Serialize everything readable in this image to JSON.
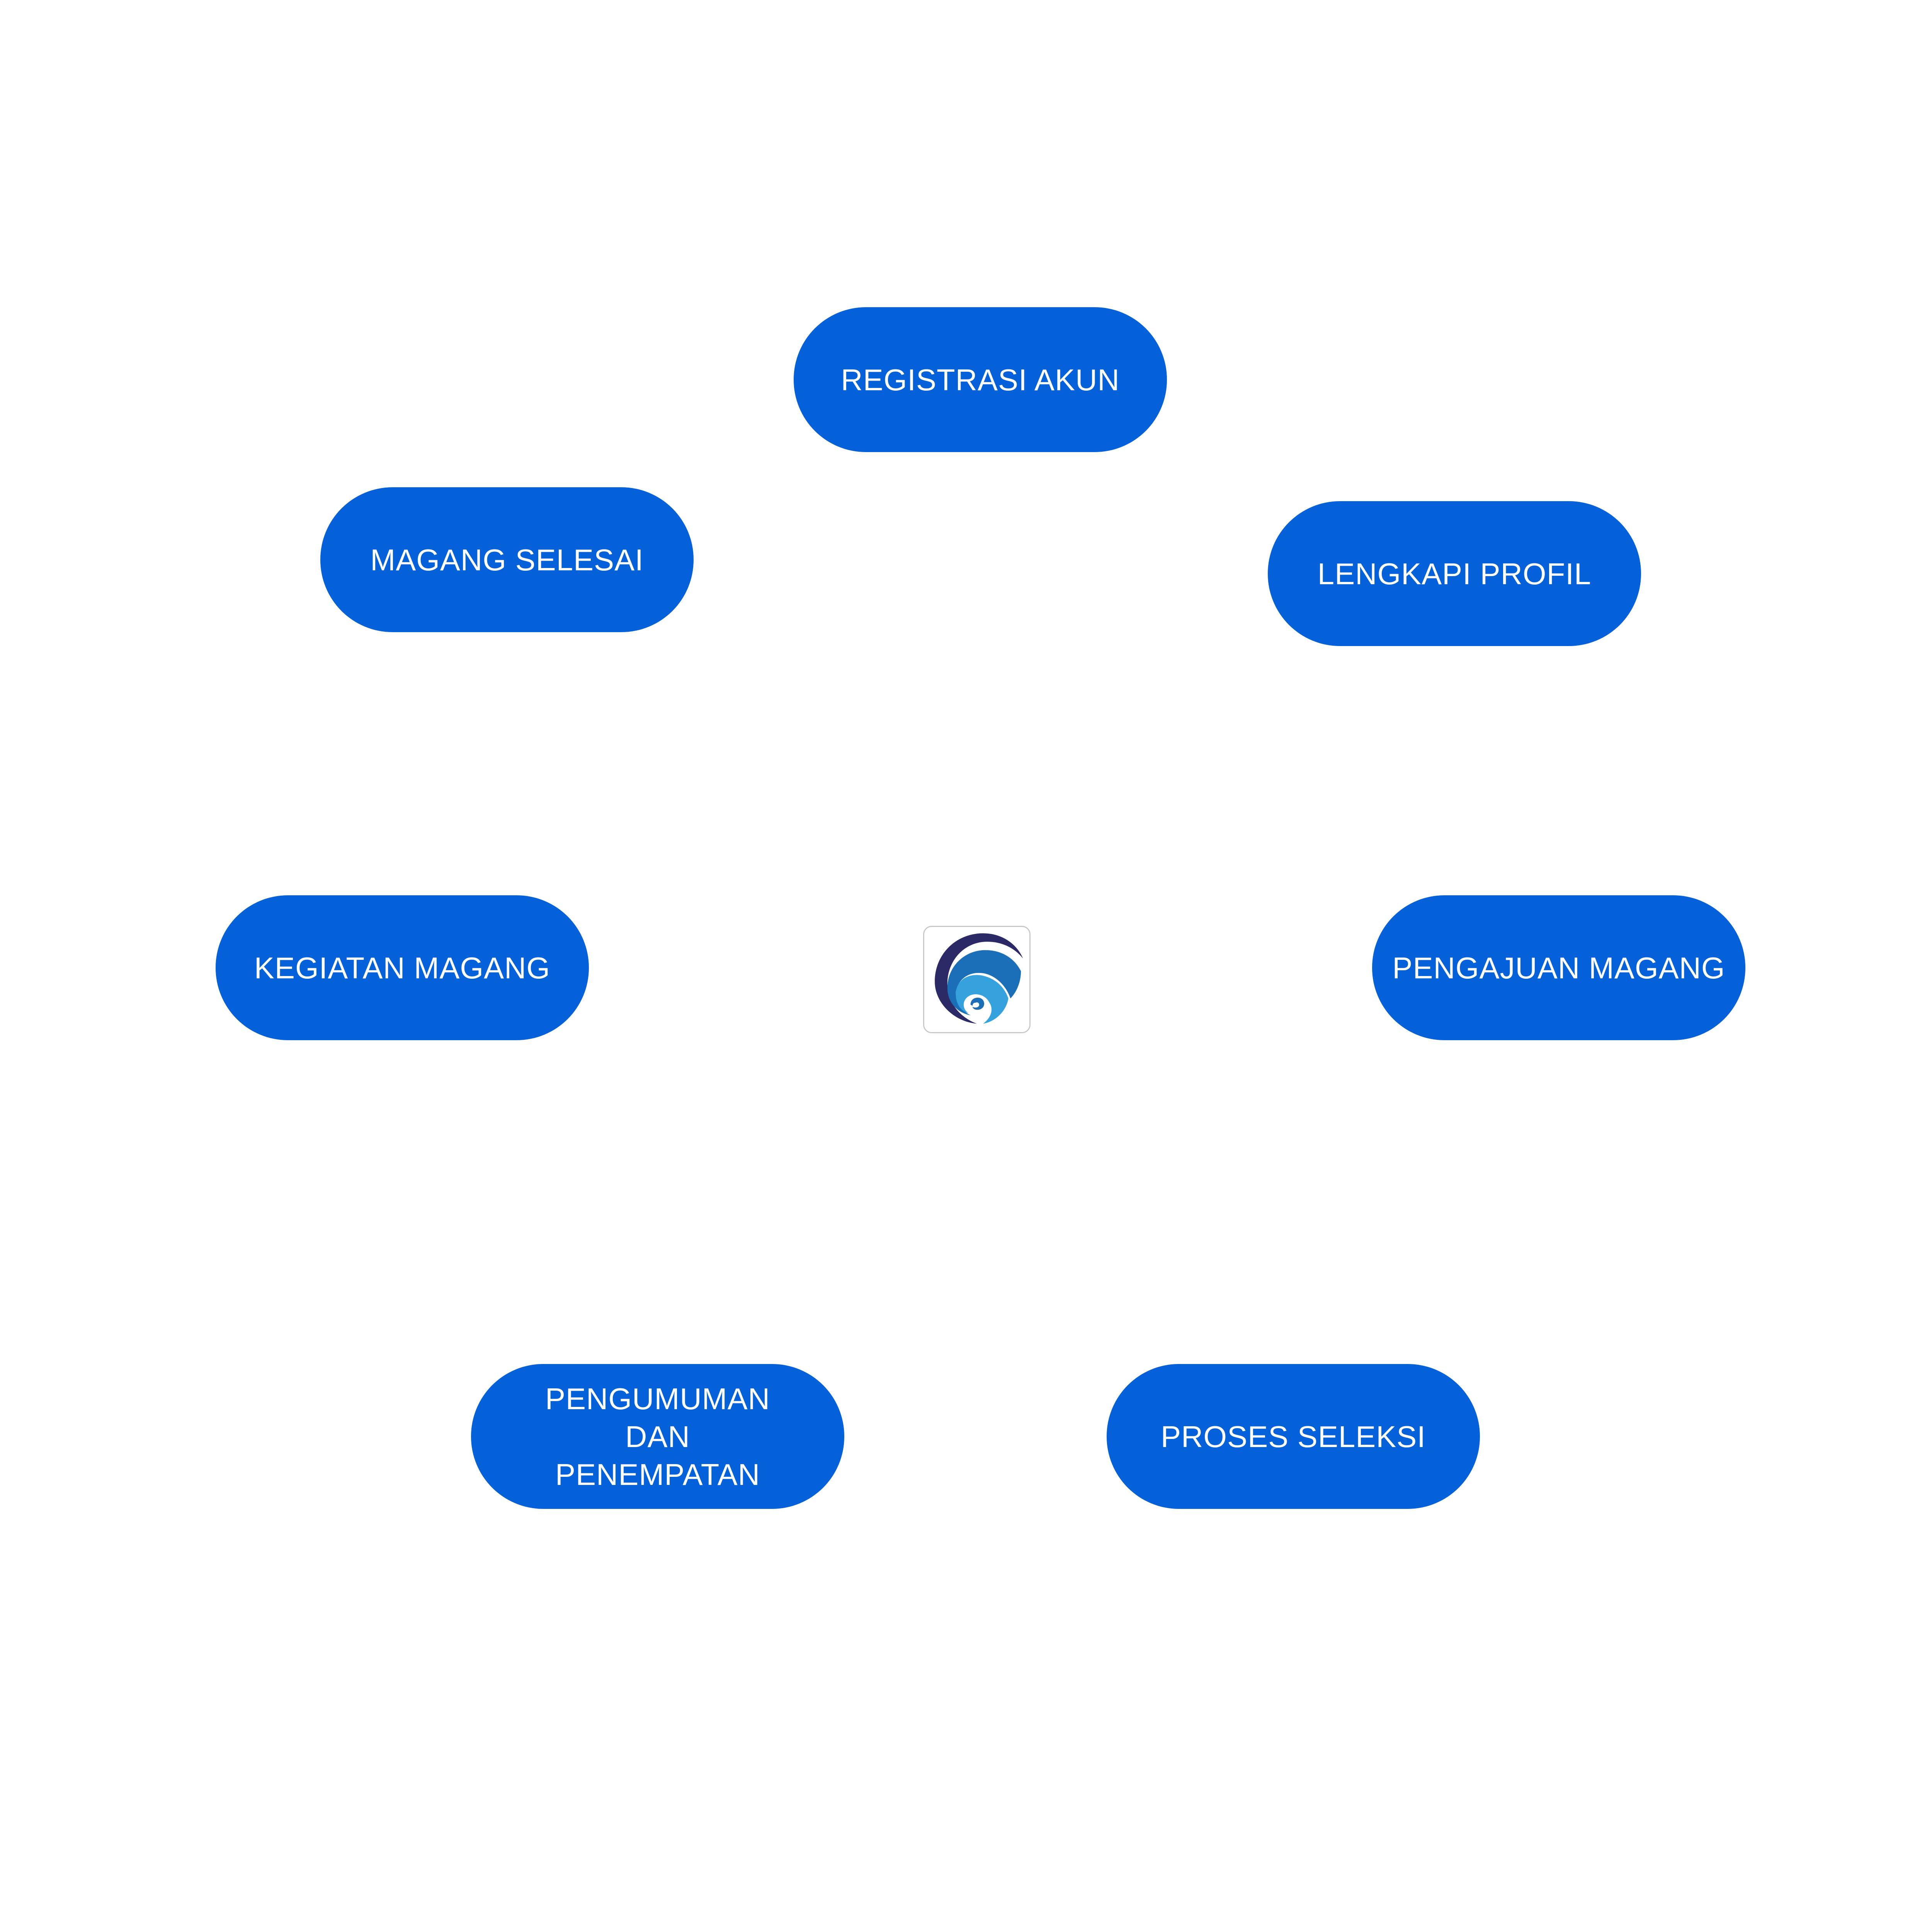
{
  "colors": {
    "step_fill": "#0461d9",
    "step_text": "#ffffff",
    "logo_dark": "#2b2a66",
    "logo_mid": "#1b6fb8",
    "logo_light": "#35a2dd"
  },
  "logo": {
    "icon": "swirl-emblem-icon"
  },
  "steps": [
    {
      "label": "REGISTRASI AKUN"
    },
    {
      "label": "LENGKAPI PROFIL"
    },
    {
      "label": "PENGAJUAN MAGANG"
    },
    {
      "label": "PROSES SELEKSI"
    },
    {
      "label": "PENGUMUMAN\nDAN\nPENEMPATAN"
    },
    {
      "label": "KEGIATAN MAGANG"
    },
    {
      "label": "MAGANG SELESAI"
    }
  ]
}
